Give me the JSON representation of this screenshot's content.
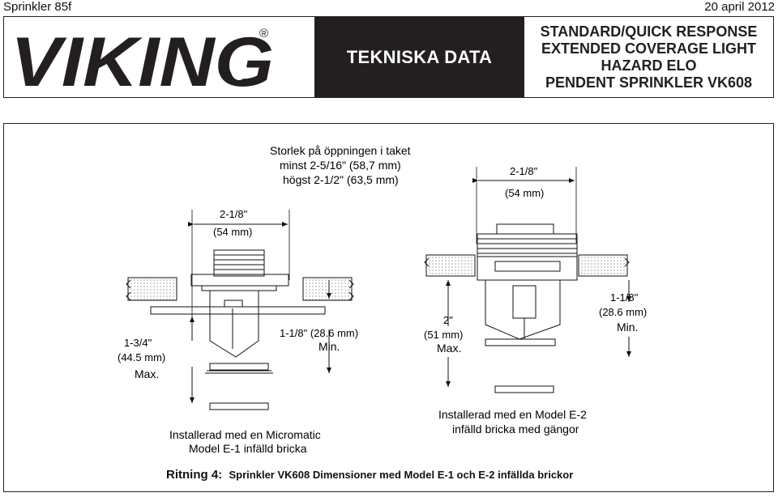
{
  "page": {
    "doc_id": "Sprinkler 85f",
    "date": "20 april 2012"
  },
  "header": {
    "brand": "VIKING",
    "registered": "®",
    "banner": "TEKNISKA DATA",
    "spec_lines": [
      "STANDARD/QUICK RESPONSE",
      "EXTENDED COVERAGE LIGHT",
      "HAZARD ELO",
      "PENDENT SPRINKLER VK608"
    ]
  },
  "drawing": {
    "opening_note": [
      "Storlek på öppningen i taket",
      "minst 2-5/16\" (58,7 mm)",
      "högst 2-1/2\" (63,5 mm)"
    ],
    "left": {
      "top_dim": [
        "2-1/8\"",
        "(54 mm)"
      ],
      "side_dim": [
        "1-1/8\" (28.6 mm)",
        "Min."
      ],
      "bottom_dim": [
        "1-3/4\"",
        "(44.5 mm)",
        "Max."
      ],
      "caption": [
        "Installerad med en Micromatic",
        "Model E-1 infälld bricka"
      ]
    },
    "right": {
      "top_dim": [
        "2-1/8\"",
        "(54 mm)"
      ],
      "max_dim": [
        "2\"",
        "(51 mm)",
        "Max."
      ],
      "min_dim": [
        "1-1/8\"",
        "(28.6 mm)",
        "Min."
      ],
      "caption": [
        "Installerad med en Model E-2",
        "infälld bricka med gängor"
      ]
    }
  },
  "figure_caption": {
    "label": "Ritning 4:",
    "text": "Sprinkler VK608 Dimensioner med Model E-1 och E-2 infällda brickor"
  }
}
